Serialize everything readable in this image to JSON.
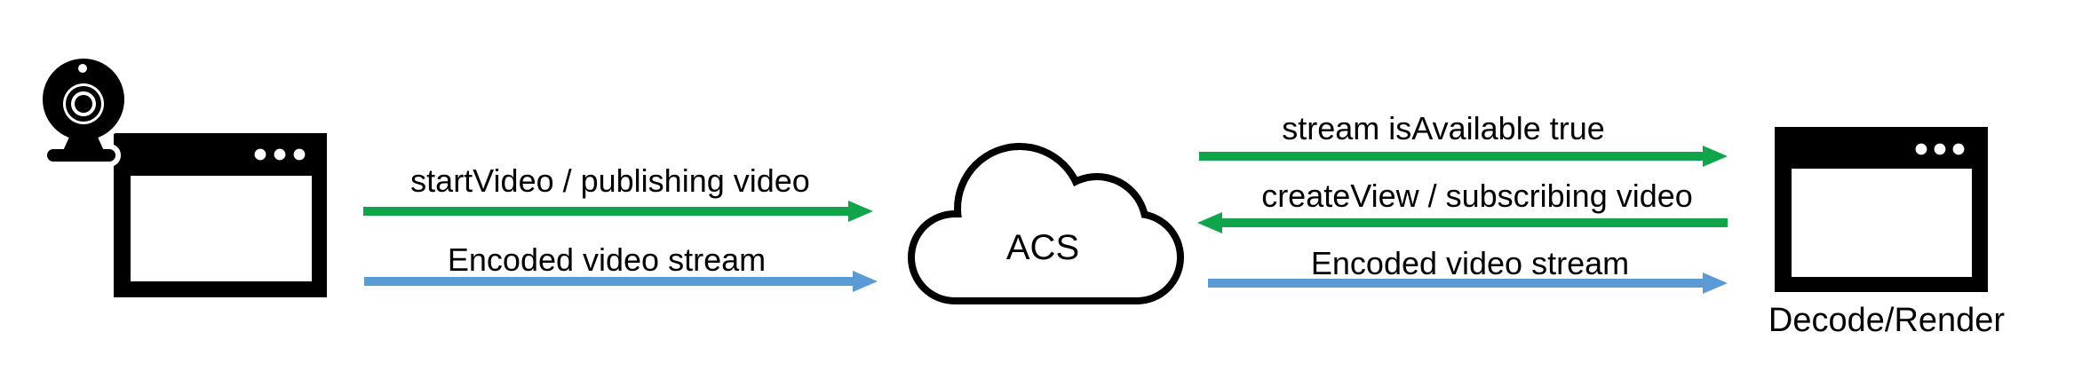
{
  "colors": {
    "arrow_green": "#10a54b",
    "arrow_blue": "#5b9bd5",
    "icon_black": "#000000",
    "background": "#ffffff"
  },
  "publisher": {
    "icons": [
      "webcam-icon",
      "browser-window-icon"
    ]
  },
  "acs_cloud": {
    "label": "ACS"
  },
  "receiver": {
    "icon": "browser-window-icon",
    "label": "Decode/Render"
  },
  "left_flows": [
    {
      "label": "startVideo / publishing video",
      "color": "green",
      "direction": "right"
    },
    {
      "label": "Encoded video stream",
      "color": "blue",
      "direction": "right"
    }
  ],
  "right_flows": [
    {
      "label": "stream isAvailable true",
      "color": "green",
      "direction": "right"
    },
    {
      "label": "createView / subscribing video",
      "color": "green",
      "direction": "left"
    },
    {
      "label": "Encoded video stream",
      "color": "blue",
      "direction": "right"
    }
  ]
}
